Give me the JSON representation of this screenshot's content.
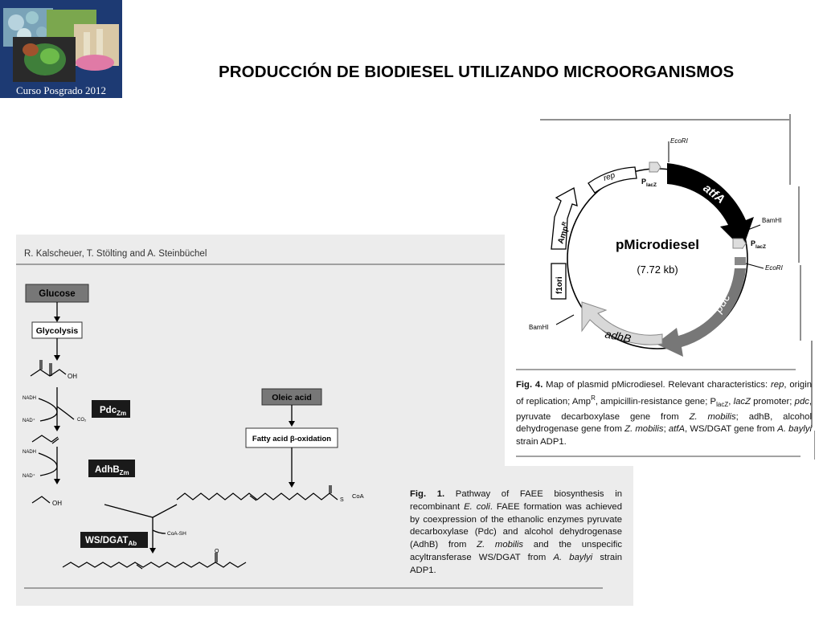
{
  "logo": {
    "caption": "Curso Posgrado 2012"
  },
  "slide": {
    "title": "PRODUCCIÓN DE BIODIESEL UTILIZANDO MICROORGANISMOS"
  },
  "fig1": {
    "authors": "R. Kalscheuer, T. Stölting and A. Steinbüchel",
    "boxes": {
      "glucose": "Glucose",
      "glycolysis": "Glycolysis",
      "oleic_acid": "Oleic acid",
      "beta_oxidation": "Fatty acid β-oxidation",
      "pdc": "Pdc",
      "pdc_sub": "Zm",
      "adhb": "AdhB",
      "adhb_sub": "Zm",
      "wsdgat": "WS/DGAT",
      "wsdgat_sub": "Ab"
    },
    "labels": {
      "oh": "OH",
      "nadh_1": "NADH",
      "nad_1": "NAD⁺",
      "co2": "CO₂",
      "nadh_2": "NADH",
      "nad_2": "NAD⁺",
      "oh_2": "OH",
      "coa": "CoA",
      "s": "S",
      "coash": "CoA-SH",
      "o": "O"
    },
    "caption": {
      "label": "Fig. 1.",
      "text_1": " Pathway of FAEE biosynthesis in recombinant ",
      "ecoli": "E. coli",
      "text_2": ". FAEE formation was achieved by coexpression of the ethanolic enzymes pyruvate decarboxylase (Pdc) and alcohol dehydrogenase (AdhB) from ",
      "zmobilis": "Z. mobilis",
      "text_3": " and the unspecific acyltransferase WS/DGAT from ",
      "abaylyi": "A. baylyi",
      "text_4": " strain ADP1."
    }
  },
  "fig4": {
    "plasmid_name": "pMicrodiesel",
    "plasmid_size": "(7.72 kb)",
    "features": {
      "atfA": "atfA",
      "pdc": "pdc",
      "adhB": "adhB",
      "ampR": "Amp",
      "ampR_sup": "R",
      "f1ori": "f1ori",
      "rep": "rep",
      "plac_1": "P",
      "plac_1_sub": "lacZ",
      "plac_2": "P",
      "plac_2_sub": "lacZ"
    },
    "sites": {
      "ecori_1": "EcoRI",
      "bamhi_1": "BamHI",
      "ecori_2": "EcoRI",
      "bamhi_2": "BamHI"
    },
    "caption": {
      "label": "Fig. 4.",
      "t1": " Map of plasmid pMicrodiesel. Relevant characteristics: ",
      "rep": "rep",
      "t2": ", origin of replication; Amp",
      "t2_sup": "R",
      "t3": ", ampicillin-resistance gene; P",
      "t3_sub": "lacZ",
      "t4": ", ",
      "lacZ": "lacZ",
      "t5": " promoter; ",
      "pdc": "pdc",
      "t6": ", pyruvate decarboxylase gene from ",
      "zm1": "Z. mobilis",
      "t7": "; adhB, alcohol dehydrogenase gene from ",
      "zm2": "Z. mobilis",
      "t8": "; ",
      "atfA": "atfA",
      "t9": ", WS/DGAT gene from ",
      "ab": "A. baylyi",
      "t10": " strain ADP1."
    }
  }
}
